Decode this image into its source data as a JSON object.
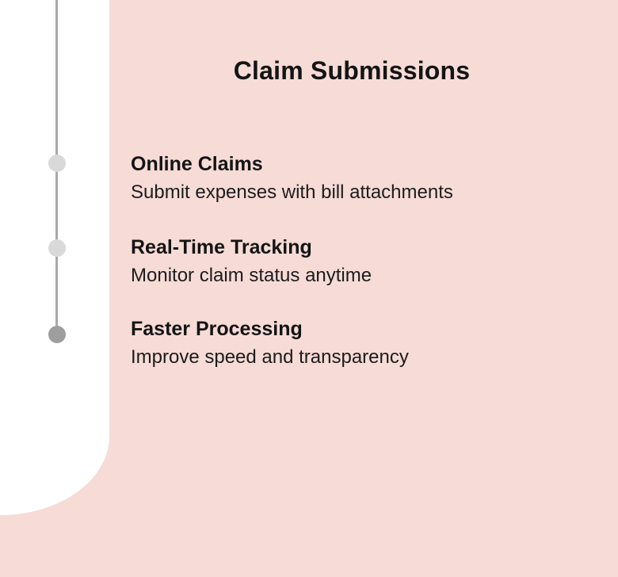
{
  "slide": {
    "title": "Claim Submissions"
  },
  "timeline": {
    "items": [
      {
        "heading": "Online Claims",
        "description": "Submit expenses with bill attachments",
        "dot_color": "#d9d9d9"
      },
      {
        "heading": "Real-Time Tracking",
        "description": "Monitor claim status anytime",
        "dot_color": "#d9d9d9"
      },
      {
        "heading": "Faster Processing",
        "description": "Improve speed and transparency",
        "dot_color": "#9e9e9e"
      }
    ]
  },
  "colors": {
    "background": "#f6dbd6",
    "panel": "#ffffff",
    "line": "#a9a9a9",
    "text": "#141414",
    "dot_inactive": "#d9d9d9",
    "dot_active": "#9e9e9e"
  }
}
